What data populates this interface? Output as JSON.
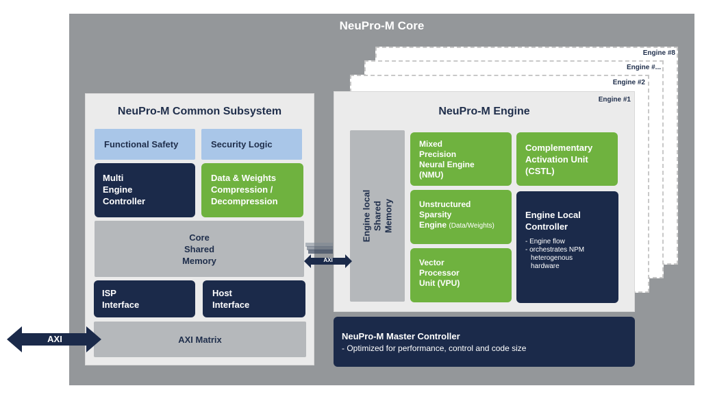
{
  "core_title": "NeuPro-M Core",
  "engine_labels": [
    "Engine #8",
    "Engine #...",
    "Engine #2",
    "Engine #1"
  ],
  "common": {
    "title": "NeuPro-M Common Subsystem",
    "functional_safety": "Functional Safety",
    "security_logic": "Security Logic",
    "mec": [
      "Multi",
      "Engine",
      "Controller"
    ],
    "dwc": [
      "Data & Weights",
      "Compression /",
      "Decompression"
    ],
    "core_mem": [
      "Core",
      "Shared",
      "Memory"
    ],
    "isp": [
      "ISP",
      "Interface"
    ],
    "host": [
      "Host",
      "Interface"
    ],
    "axi_matrix": "AXI Matrix"
  },
  "engine": {
    "title": "NeuPro-M Engine",
    "local_mem": [
      "Engine local",
      "Shared",
      "Memory"
    ],
    "nmu": [
      "Mixed",
      "Precision",
      "Neural Engine",
      "(NMU)"
    ],
    "sparsity": [
      "Unstructured",
      "Sparsity",
      "Engine",
      "(Data/Weights)"
    ],
    "vpu": [
      "Vector",
      "Processor",
      "Unit (VPU)"
    ],
    "cstl": [
      "Complementary",
      "Activation Unit",
      "(CSTL)"
    ],
    "elc": {
      "title": [
        "Engine Local",
        "Controller"
      ],
      "bullets": [
        "- Engine flow",
        "- orchestrates NPM",
        "heterogenous",
        "hardware"
      ]
    }
  },
  "master": {
    "title": "NeuPro-M Master Controller",
    "desc": "- Optimized for performance, control and code size"
  },
  "axi_labels": {
    "external": "AXI",
    "internal": "AXI"
  }
}
